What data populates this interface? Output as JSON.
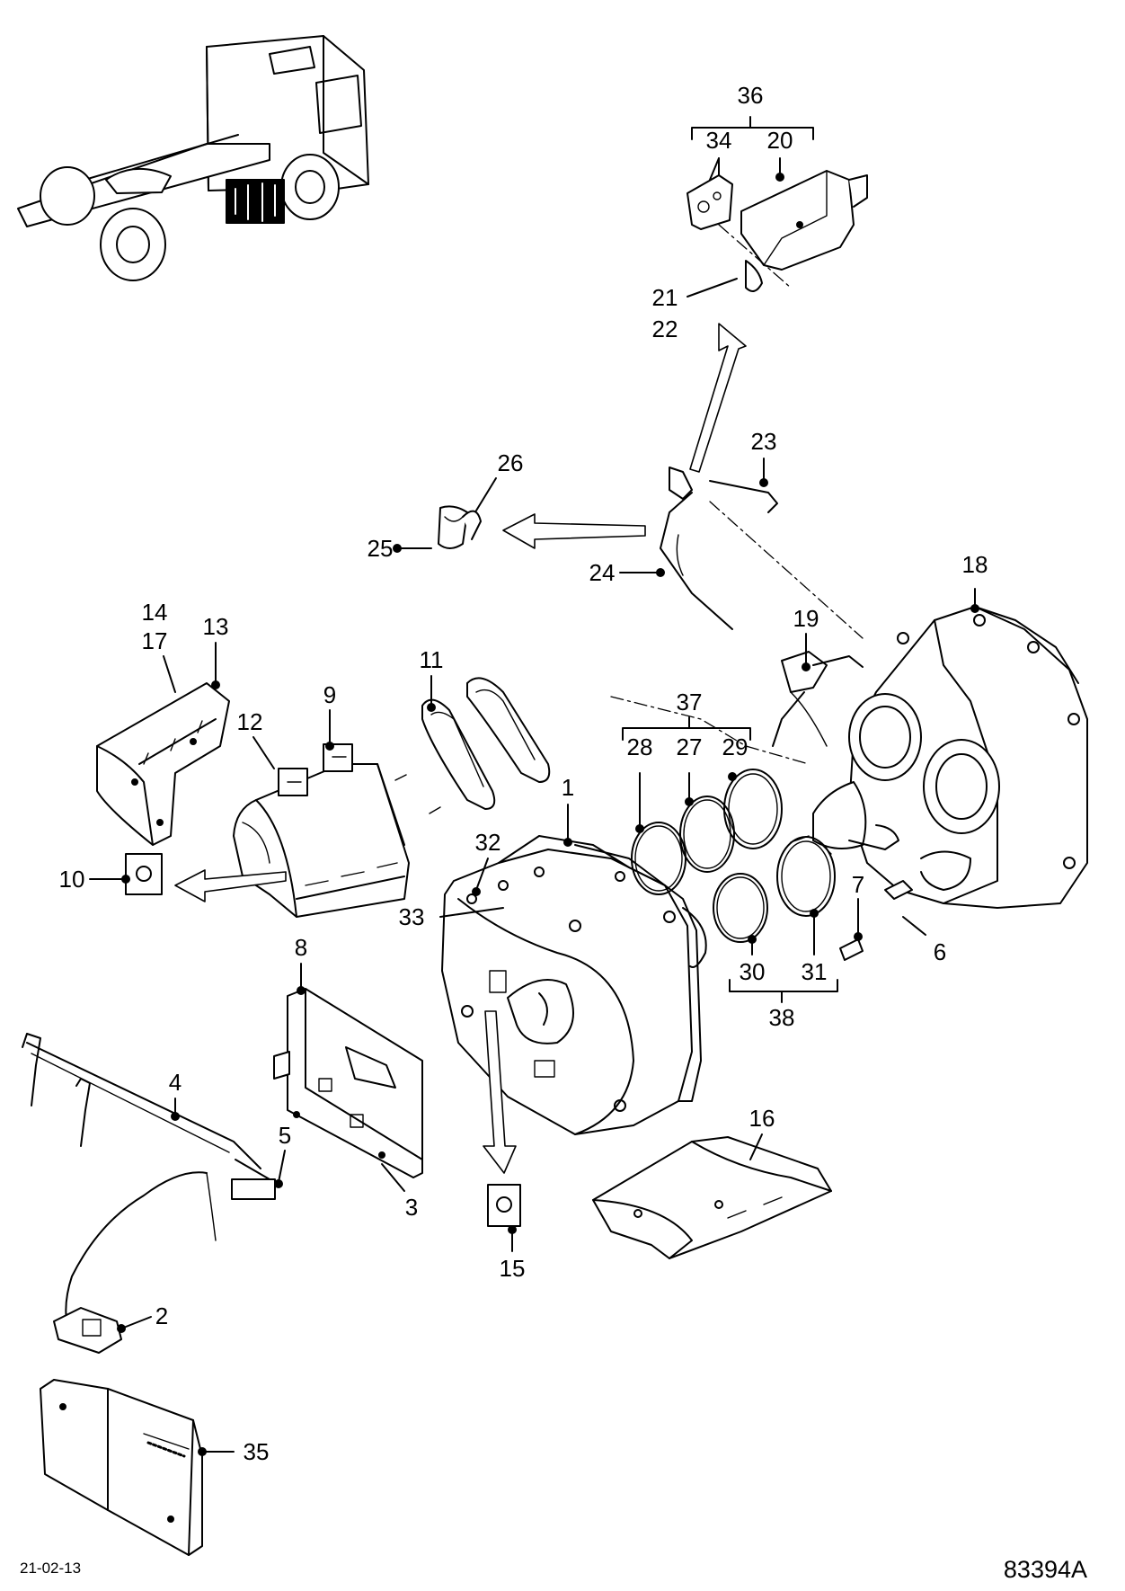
{
  "callouts": {
    "n1": "1",
    "n2": "2",
    "n3": "3",
    "n4": "4",
    "n5": "5",
    "n6": "6",
    "n7": "7",
    "n8": "8",
    "n9": "9",
    "n10": "10",
    "n11": "11",
    "n12": "12",
    "n13": "13",
    "n14": "14",
    "n15": "15",
    "n16": "16",
    "n17": "17",
    "n18": "18",
    "n19": "19",
    "n20": "20",
    "n21": "21",
    "n22": "22",
    "n23": "23",
    "n24": "24",
    "n25": "25",
    "n26": "26",
    "n27": "27",
    "n28": "28",
    "n29": "29",
    "n30": "30",
    "n31": "31",
    "n32": "32",
    "n33": "33",
    "n34": "34",
    "n35": "35",
    "n36": "36",
    "n37": "37",
    "n38": "38"
  },
  "footer": {
    "date": "21-02-13",
    "reference": "83394A"
  }
}
